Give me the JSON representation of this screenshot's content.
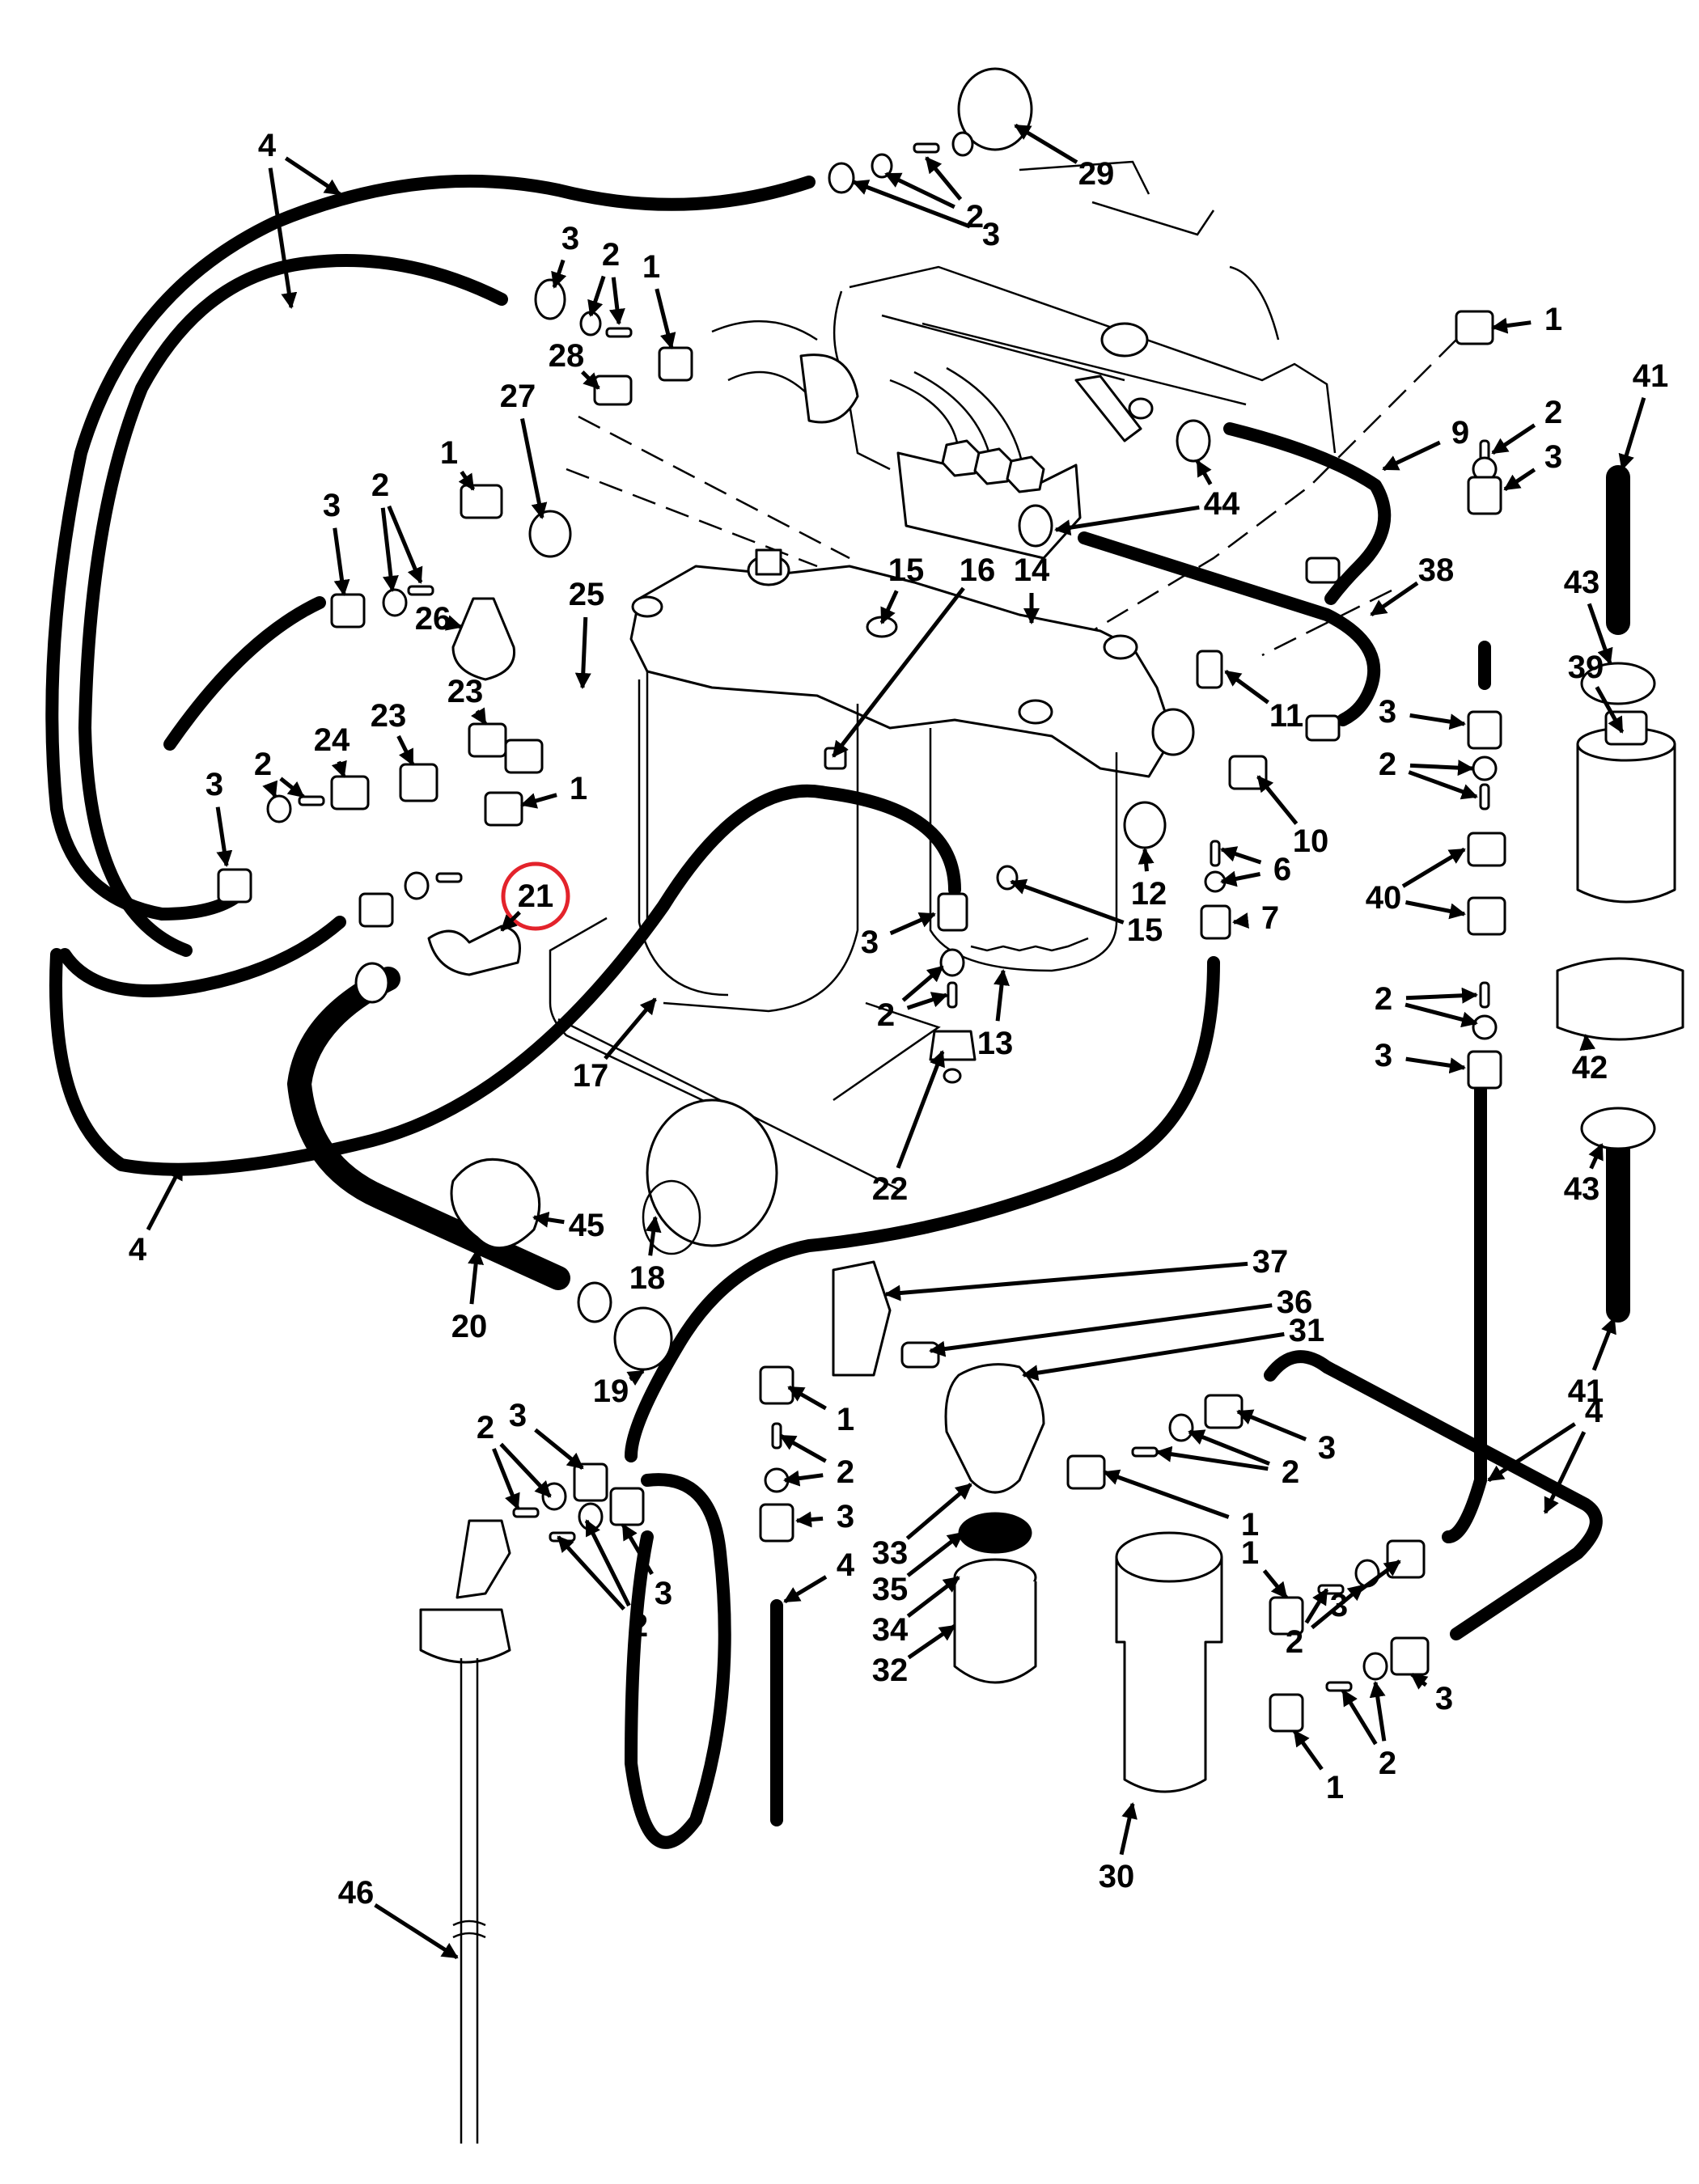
{
  "diagram": {
    "title": "Fuel system exploded parts view",
    "highlight": {
      "callout": "21",
      "color": "#e3232b"
    },
    "callouts": [
      "4",
      "3",
      "2",
      "29",
      "3",
      "2",
      "1",
      "28",
      "27",
      "1",
      "2",
      "3",
      "26",
      "25",
      "23",
      "23",
      "24",
      "2",
      "3",
      "1",
      "21",
      "4",
      "17",
      "20",
      "45",
      "18",
      "19",
      "15",
      "16",
      "14",
      "11",
      "10",
      "12",
      "15",
      "6",
      "7",
      "13",
      "3",
      "2",
      "22",
      "9",
      "44",
      "38",
      "1",
      "2",
      "3",
      "41",
      "43",
      "39",
      "3",
      "2",
      "40",
      "2",
      "3",
      "42",
      "43",
      "41",
      "37",
      "36",
      "31",
      "1",
      "2",
      "3",
      "4",
      "33",
      "35",
      "34",
      "32",
      "1",
      "2",
      "3",
      "4",
      "1",
      "2",
      "3",
      "3",
      "2",
      "1",
      "30",
      "3",
      "2",
      "2",
      "3",
      "46"
    ]
  }
}
